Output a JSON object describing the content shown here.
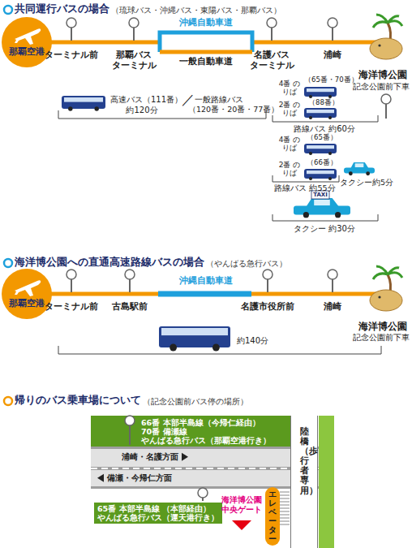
{
  "diagram": {
    "nodes": [
      {
        "text": [
          "那覇空港"
        ]
      },
      {
        "text": [
          "那覇空港"
        ]
      },
      {
        "text": [
          "66番 本部半島線（今帰仁経由）",
          "70番 備瀬線",
          "やんばる急行バス（那覇空港行き）"
        ]
      },
      {
        "text": [
          "陸橋（歩行者専用）"
        ]
      },
      {
        "text": [
          "65番 本部半島線 （本部経由）",
          "やんばる急行バス（運天港行き）"
        ]
      },
      {
        "text": [
          "エレベーター"
        ]
      }
    ],
    "labels": [
      "共同運行バスの場合",
      "（琉球バス・沖縄バス・東陽バス・那覇バス）",
      "ターミナル前",
      "那覇バス ターミナル",
      "沖縄自動車道",
      "一般自動車道",
      "名護バス ターミナル",
      "浦崎",
      "海洋博公園",
      "記念公園前下車",
      "高速バス（111番）",
      "約120分",
      "／",
      "一般路線バス",
      "（120番・20番・77番）",
      "4番 のりば",
      "（65番・70番）",
      "2番 のりば",
      "（88番）",
      "路線バス 約60分",
      "4番 のりば",
      "（65番）",
      "2番 のりば",
      "（66番）",
      "路線バス 約55分",
      "タクシー約5分",
      "TAXI",
      "タクシー 約30分",
      "海洋博公園への直通高速路線バスの場合",
      "（やんばる急行バス）",
      "ターミナル前",
      "古島駅前",
      "沖縄自動車道",
      "名護市役所前",
      "浦崎",
      "海洋博公園",
      "記念公園前下車",
      "約140分",
      "帰りのバス乗車場について",
      "（記念公園前バス停の場所）",
      "浦崎・名護方面",
      "備瀬・今帰仁方面",
      "海洋博公園 中央ゲート"
    ]
  }
}
